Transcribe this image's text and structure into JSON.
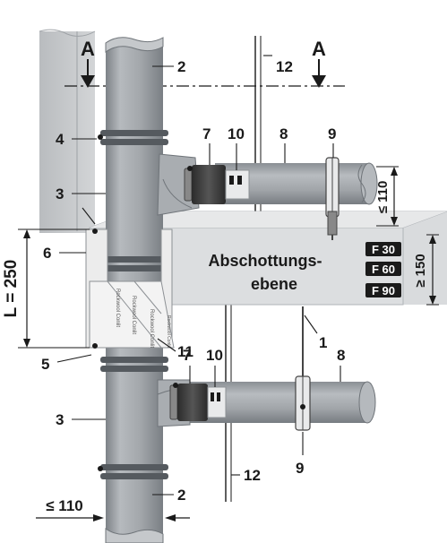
{
  "section_marks": {
    "left": "A",
    "right": "A"
  },
  "callouts": {
    "c1": "1",
    "c2_top": "2",
    "c2_bottom": "2",
    "c3_top": "3",
    "c3_bottom": "3",
    "c4": "4",
    "c5": "5",
    "c6": "6",
    "c7_top": "7",
    "c7_bottom": "7",
    "c8_top": "8",
    "c8_bottom": "8",
    "c9_top": "9",
    "c9_bottom": "9",
    "c10_top": "10",
    "c10_bottom": "10",
    "c11": "11",
    "c12_top": "12",
    "c12_bottom": "12"
  },
  "slab_label": {
    "line1": "Abschottungs-",
    "line2": "ebene"
  },
  "fire_ratings": [
    "F 30",
    "F 60",
    "F 90"
  ],
  "dimensions": {
    "slab_length": "L = 250",
    "slab_thickness": "≥ 150",
    "branch_distance": "≤ 110",
    "pipe_diameter": "≤ 110"
  },
  "sleeve_print": [
    "Rockwool Conlit",
    "Rockwool Conlit",
    "Rockwool Conlit",
    "Rockwool Conlit"
  ],
  "colors": {
    "pipe": "#a3a7ab",
    "pipe_dark": "#6f7479",
    "slab": "#d9dbdd",
    "wall": "#c6c9cc",
    "seal_dark": "#3a3a3a",
    "badge": "#1a1a1a"
  }
}
